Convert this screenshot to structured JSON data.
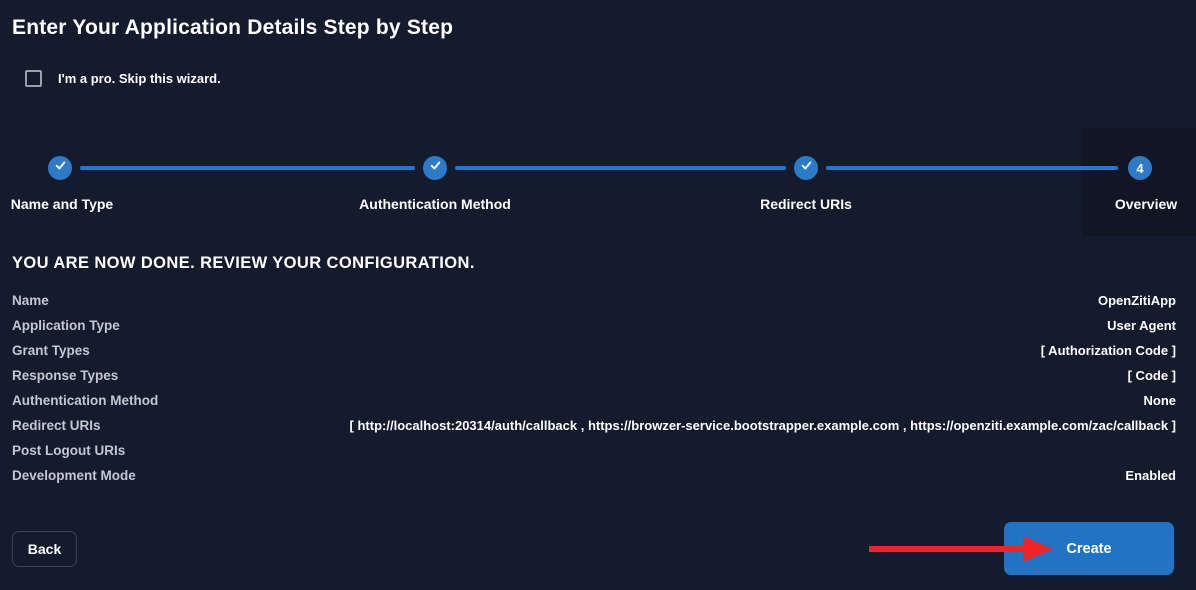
{
  "colors": {
    "background": "#141b2c",
    "accent_blue": "#2c7bc9",
    "line_blue": "#1e79d6",
    "button_blue": "#2173c5",
    "arrow_red": "#ee2524",
    "label_gray": "#c2c7d2"
  },
  "header": {
    "title": "Enter Your Application Details Step by Step"
  },
  "skip_wizard": {
    "label": "I'm a pro. Skip this wizard.",
    "checked": false
  },
  "stepper": {
    "steps": [
      {
        "label": "Name and Type",
        "state": "done",
        "icon": "check-icon"
      },
      {
        "label": "Authentication Method",
        "state": "done",
        "icon": "check-icon"
      },
      {
        "label": "Redirect URIs",
        "state": "done",
        "icon": "check-icon"
      },
      {
        "label": "Overview",
        "state": "current",
        "number": "4"
      }
    ]
  },
  "review": {
    "heading": "YOU ARE NOW DONE. REVIEW YOUR CONFIGURATION.",
    "rows": [
      {
        "label": "Name",
        "value": "OpenZitiApp"
      },
      {
        "label": "Application Type",
        "value": "User Agent"
      },
      {
        "label": "Grant Types",
        "value": "[ Authorization Code ]"
      },
      {
        "label": "Response Types",
        "value": "[ Code ]"
      },
      {
        "label": "Authentication Method",
        "value": "None"
      },
      {
        "label": "Redirect URIs",
        "value": "[ http://localhost:20314/auth/callback , https://browzer-service.bootstrapper.example.com , https://openziti.example.com/zac/callback ]"
      },
      {
        "label": "Post Logout URIs",
        "value": ""
      },
      {
        "label": "Development Mode",
        "value": "Enabled"
      }
    ]
  },
  "footer": {
    "back_label": "Back",
    "create_label": "Create"
  },
  "annotation": {
    "description": "red arrow pointing at Create button"
  }
}
